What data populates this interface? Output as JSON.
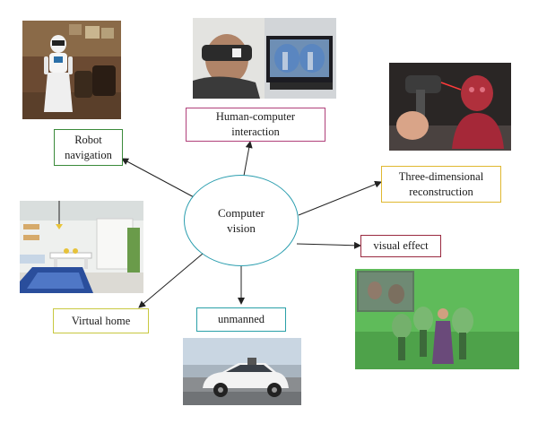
{
  "diagram": {
    "center": {
      "line1": "Computer",
      "line2": "vision",
      "color": "#2b9eaf"
    },
    "nodes": [
      {
        "id": "robot-navigation",
        "line1": "Robot",
        "line2": "navigation",
        "border_color": "#3a8a3a"
      },
      {
        "id": "human-computer-interaction",
        "line1": "Human-computer",
        "line2": "interaction",
        "border_color": "#b0407a"
      },
      {
        "id": "three-dimensional-reconstruction",
        "line1": "Three-dimensional",
        "line2": "reconstruction",
        "border_color": "#e0b830"
      },
      {
        "id": "visual-effect",
        "line1": "visual effect",
        "line2": "",
        "border_color": "#9a2a40"
      },
      {
        "id": "unmanned",
        "line1": "unmanned",
        "line2": "",
        "border_color": "#2aa0a8"
      },
      {
        "id": "virtual-home",
        "line1": "Virtual home",
        "line2": "",
        "border_color": "#c8c840"
      }
    ],
    "images": [
      {
        "id": "robot-photo",
        "icon": "service-robot"
      },
      {
        "id": "vr-photo",
        "icon": "vr-headset-user"
      },
      {
        "id": "scan-photo",
        "icon": "3d-scanner-bust"
      },
      {
        "id": "interior-photo",
        "icon": "interior-render"
      },
      {
        "id": "greenscreen-photo",
        "icon": "green-screen-set"
      },
      {
        "id": "car-photo",
        "icon": "self-driving-car"
      }
    ]
  }
}
